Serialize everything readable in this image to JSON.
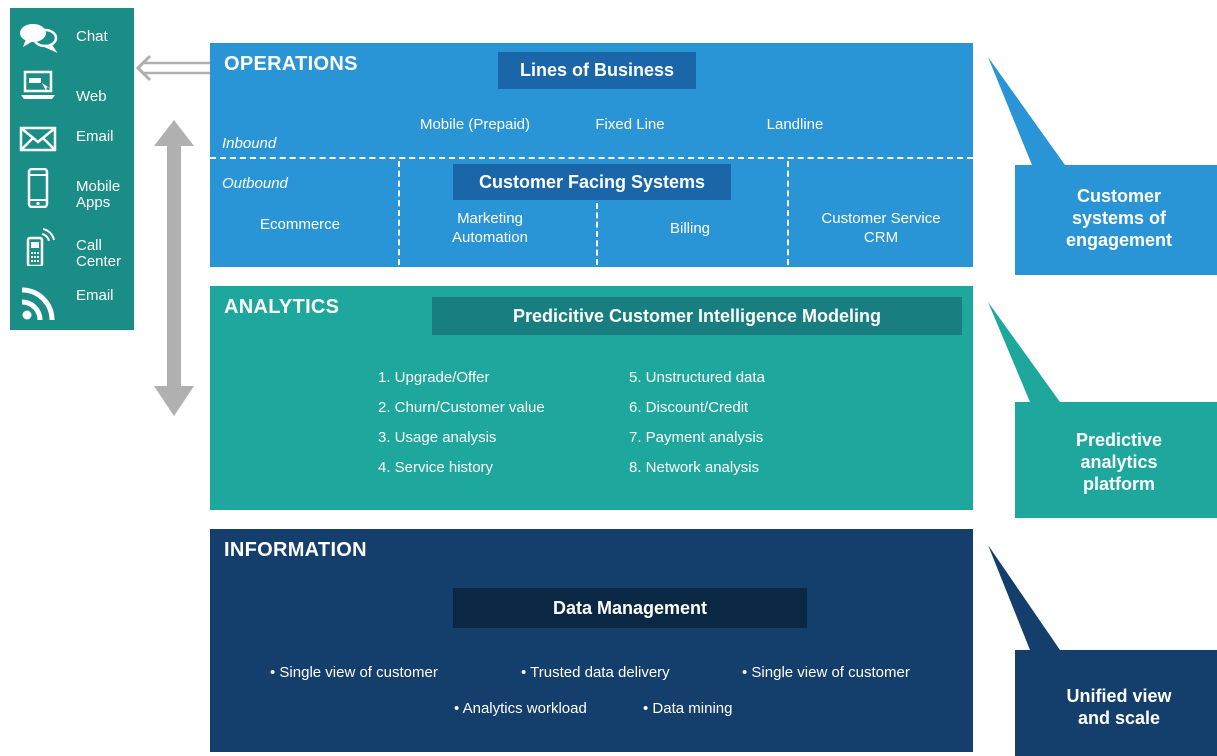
{
  "channels": [
    {
      "label": "Chat",
      "icon": "chat-bubbles-icon"
    },
    {
      "label": "Web",
      "icon": "laptop-web-icon"
    },
    {
      "label": "Email",
      "icon": "envelope-icon"
    },
    {
      "label": "Mobile\nApps",
      "icon": "smartphone-icon"
    },
    {
      "label": "Call\nCenter",
      "icon": "phone-handset-icon"
    },
    {
      "label": "Email",
      "icon": "rss-feed-icon"
    }
  ],
  "operations": {
    "title": "OPERATIONS",
    "lob_title": "Lines of Business",
    "inbound_label": "Inbound",
    "outbound_label": "Outbound",
    "lines": [
      "Mobile (Prepaid)",
      "Fixed Line",
      "Landline"
    ],
    "cfs_title": "Customer Facing Systems",
    "systems": [
      "Ecommerce",
      "Marketing\nAutomation",
      "Billing",
      "Customer Service\nCRM"
    ]
  },
  "analytics": {
    "title": "ANALYTICS",
    "box_title": "Predicitive Customer Intelligence Modeling",
    "items_left": [
      "1. Upgrade/Offer",
      "2. Churn/Customer value",
      "3. Usage analysis",
      "4. Service history"
    ],
    "items_right": [
      "5. Unstructured data",
      "6. Discount/Credit",
      "7. Payment analysis",
      "8. Network analysis"
    ]
  },
  "information": {
    "title": "INFORMATION",
    "box_title": "Data Management",
    "row1": [
      "• Single view of customer",
      "• Trusted data delivery",
      "• Single view of customer"
    ],
    "row2": [
      "• Analytics workload",
      "• Data mining"
    ]
  },
  "callouts": [
    {
      "label": "Customer\nsystems of\nengagement",
      "color": "#2a95d6"
    },
    {
      "label": "Predictive\nanalytics\nplatform",
      "color": "#1ea89d"
    },
    {
      "label": "Unified view\nand scale",
      "color": "#143e6c"
    }
  ],
  "colors": {
    "channels_bg": "#1b8d87",
    "operations": "#2a95d6",
    "analytics": "#1ea89d",
    "information": "#143e6c",
    "arrow": "#b0b0b0"
  }
}
